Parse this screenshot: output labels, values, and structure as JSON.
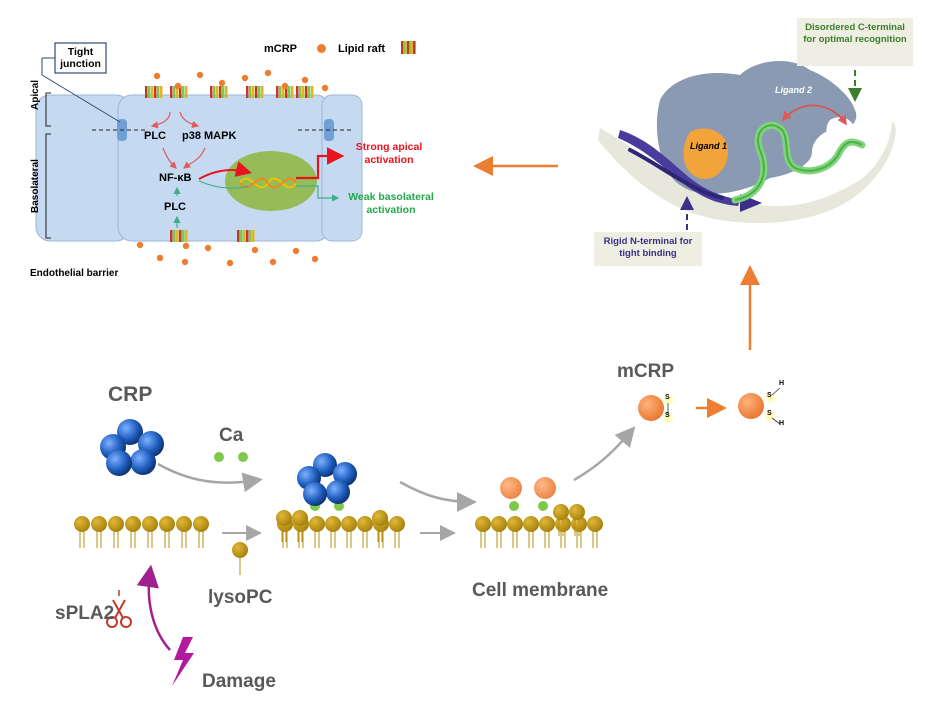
{
  "legend": {
    "mcrp": "mCRP",
    "lipid_raft": "Lipid raft"
  },
  "endothelium": {
    "tight_junction": "Tight junction",
    "apical": "Apical",
    "basolateral": "Basolateral",
    "plc_top": "PLC",
    "p38": "p38 MAPK",
    "nfkb": "NF-κB",
    "plc_bottom": "PLC",
    "strong": "Strong apical activation",
    "weak": "Weak basolateral activation",
    "barrier": "Endothelial barrier"
  },
  "structure": {
    "ligand1": "Ligand 1",
    "ligand2": "Ligand 2",
    "c_terminal": "Disordered C-terminal for optimal recognition",
    "n_terminal": "Rigid N-terminal for tight binding"
  },
  "pathway": {
    "crp": "CRP",
    "ca": "Ca",
    "lysopc": "lysoPC",
    "cell_membrane": "Cell membrane",
    "mcrp": "mCRP",
    "spla2": "sPLA2",
    "damage": "Damage",
    "s": "S",
    "h": "H"
  },
  "colors": {
    "orange": "#ed7d31",
    "cell_blue": "#c5d9f1",
    "crp_blue": "#1f5fbf",
    "lipid_gold": "#b8900e",
    "red": "#e8141b",
    "green": "#22a84a",
    "purple": "#a0208c",
    "dark_green": "#3a7d2a",
    "navy": "#3b2f8a"
  }
}
